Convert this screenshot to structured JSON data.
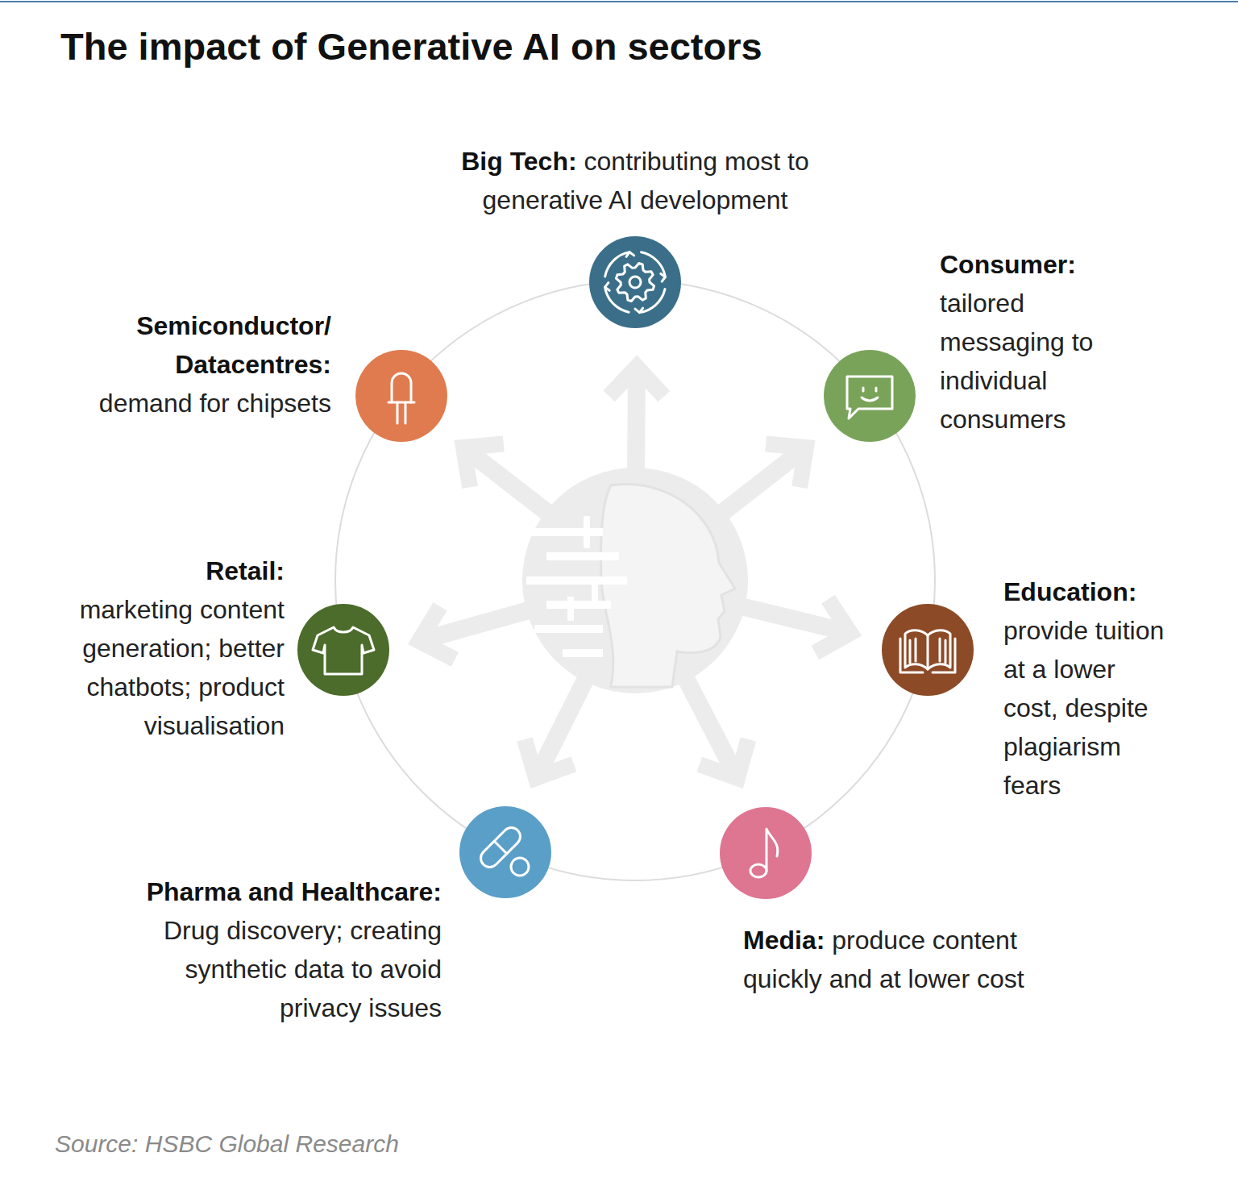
{
  "diagram": {
    "title": "The impact of Generative AI on sectors",
    "caption": "Source: HSBC Global Research",
    "nodes": [
      {
        "text": [
          "Big Tech:",
          "contributing most to generative AI development"
        ]
      },
      {
        "text": [
          "Consumer:",
          "tailored messaging to individual consumers"
        ]
      },
      {
        "text": [
          "Education:",
          "provide tuition at a lower cost, despite plagiarism fears"
        ]
      },
      {
        "text": [
          "Media:",
          "produce content quickly and at lower cost"
        ]
      },
      {
        "text": [
          "Pharma and Healthcare:",
          "Drug discovery; creating synthetic data to avoid privacy issues"
        ]
      },
      {
        "text": [
          "Retail:",
          "marketing content generation; better chatbots; product visualisation"
        ]
      },
      {
        "text": [
          "Semiconductor/ Datacentres:",
          "demand for chipsets"
        ]
      }
    ]
  }
}
